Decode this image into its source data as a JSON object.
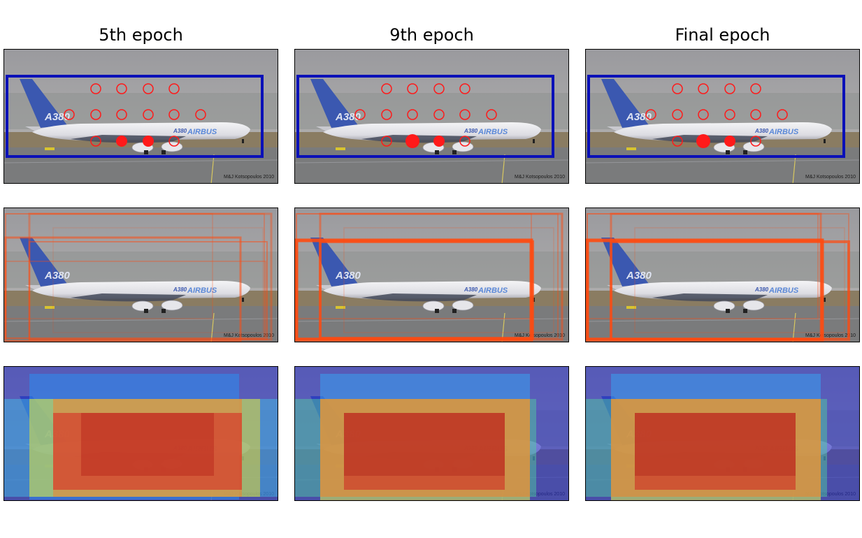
{
  "columns": [
    {
      "title": "5th epoch"
    },
    {
      "title": "9th epoch"
    },
    {
      "title": "Final epoch"
    }
  ],
  "photo": {
    "tail_text": "A380",
    "fuselage_text": "A380",
    "brand_text": "AIRBUS",
    "watermark": "M&J Kotsopoulos 2010"
  },
  "colors": {
    "box_blue": "#0a10b8",
    "point_red": "#ff1a1a",
    "box_orange": "#ff4a10",
    "tail_blue": "#3b58b0"
  },
  "legend_none": ""
}
